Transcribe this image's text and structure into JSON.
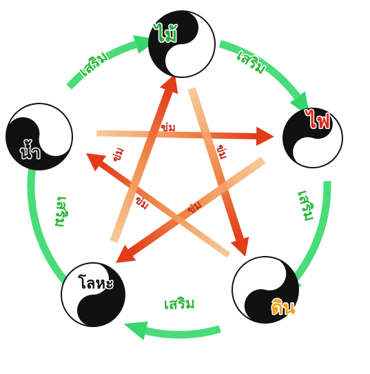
{
  "colors": {
    "generating_cycle": "#35d86a",
    "generating_label": "#2db53a",
    "controlling_arrow": "#e23b1a",
    "controlling_tail": "#f6c08a",
    "controlling_label": "#c62a1a",
    "yin": "#111111",
    "yang": "#ffffff"
  },
  "elements": {
    "wood": {
      "label": "ไม้",
      "label_color": "#2aa83a"
    },
    "fire": {
      "label": "ไฟ",
      "label_color": "#e0281a"
    },
    "earth": {
      "label": "ดิน",
      "label_color": "#f1a11a"
    },
    "metal": {
      "label": "โลหะ",
      "label_color": "#111111"
    },
    "water": {
      "label": "น้ำ",
      "label_color": "#111111"
    }
  },
  "generating_labels": {
    "water_to_wood": "เสริม",
    "wood_to_fire": "เสริม",
    "fire_to_earth": "เสริม",
    "earth_to_metal": "เสริม",
    "metal_to_water": "เสริม"
  },
  "controlling_labels": {
    "water_to_fire": "ข่ม",
    "wood_to_earth": "ข่ม",
    "fire_to_metal": "ข่ม",
    "earth_to_water": "ข่ม",
    "metal_to_wood": "ข่ม"
  }
}
